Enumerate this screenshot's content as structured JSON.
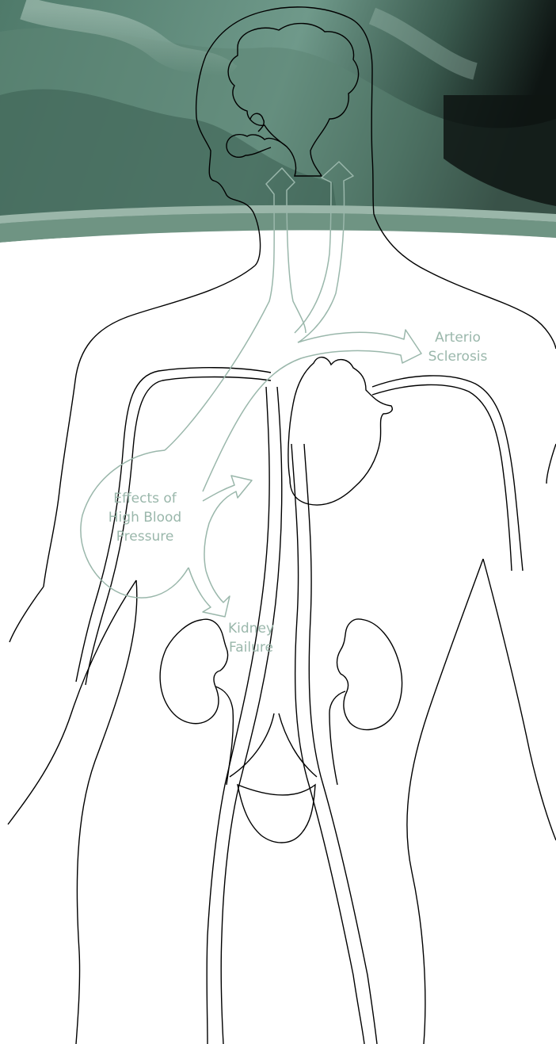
{
  "diagram": {
    "center_label": [
      "Effects of",
      "High Blood",
      "Pressure"
    ],
    "effects": [
      {
        "lines": [
          "Arterio",
          "Sclerosis"
        ]
      },
      {
        "lines": [
          "Kidney",
          "Failure"
        ]
      }
    ]
  },
  "colors": {
    "header_dark": "#0e1513",
    "header_green": "#4f7a6a",
    "header_light": "#9ab6a9",
    "band_green": "#6f9483",
    "arrow_stroke": "#9ab7ab",
    "label_text": "#9ab7ab",
    "body_outline": "#000000"
  }
}
